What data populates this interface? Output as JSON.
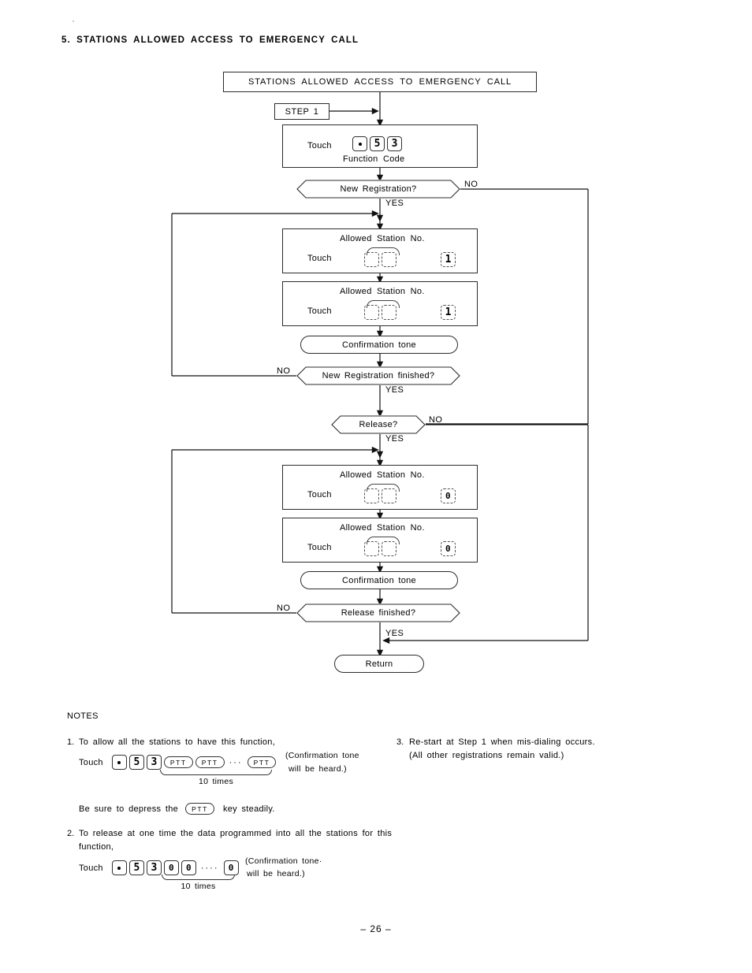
{
  "page": {
    "section_number": "5.",
    "section_title": "STATIONS ALLOWED ACCESS TO EMERGENCY CALL",
    "heading_full": "5.  STATIONS  ALLOWED  ACCESS  TO  EMERGENCY  CALL",
    "page_number": "– 26 –"
  },
  "flowchart": {
    "title_box": "STATIONS  ALLOWED  ACCESS  TO  EMERGENCY  CALL",
    "step_box": "STEP 1",
    "function_code": {
      "touch_label": "Touch",
      "caption": "Function  Code",
      "keys": [
        "dot",
        "5",
        "3"
      ]
    },
    "decisions": {
      "new_registration": "New  Registration?",
      "new_registration_finished": "New  Registration finished?",
      "release": "Release?",
      "release_finished": "Release finished?"
    },
    "branch_labels": {
      "yes": "YES",
      "no": "NO"
    },
    "station_boxes": [
      {
        "caption": "Allowed  Station  No.",
        "touch_label": "Touch",
        "blank_keys": 2,
        "value_key": "1"
      },
      {
        "caption": "Allowed  Station  No.",
        "touch_label": "Touch",
        "blank_keys": 2,
        "value_key": "1"
      },
      {
        "caption": "Allowed  Station  No.",
        "touch_label": "Touch",
        "blank_keys": 2,
        "value_key": "0"
      },
      {
        "caption": "Allowed  Station  No.",
        "touch_label": "Touch",
        "blank_keys": 2,
        "value_key": "0"
      }
    ],
    "confirmation_tone": "Confirmation  tone",
    "confirmation_tone_2": "Confirmation  tone",
    "return_node": "Return"
  },
  "notes": {
    "heading": "NOTES",
    "items": [
      {
        "number": "1.",
        "text": "To  allow  all  the  stations  to  have  this  function,",
        "touch_label": "Touch",
        "keys": [
          "dot",
          "5",
          "3"
        ],
        "repeat_key": "PTT",
        "repeat_shown": 2,
        "ellipsis": "···",
        "brace_label": "10  times",
        "paren_line1": "(Confirmation  tone",
        "paren_line2": "will  be  heard.)",
        "footer": "Be  sure  to  depress  the",
        "footer_key": "PTT",
        "footer_tail": "key  steadily."
      },
      {
        "number": "2.",
        "text_line1": "To  release  at  one  time  the  data  programmed  into  all  the  stations  for  this",
        "text_line2": "function,",
        "touch_label": "Touch",
        "keys": [
          "dot",
          "5",
          "3"
        ],
        "repeat_key": "0",
        "repeat_shown": 2,
        "ellipsis": "····",
        "brace_label": "10  times",
        "paren_line1": "(Confirmation  tone·",
        "paren_line2": "will  be  heard.)"
      },
      {
        "number": "3.",
        "text_line1": "Re-start  at  Step  1  when  mis-dialing  occurs.",
        "text_line2": "(All  other  registrations  remain  valid.)"
      }
    ]
  },
  "colors": {
    "ink": "#000000",
    "line": "#2b2b2b",
    "paper": "#ffffff"
  }
}
